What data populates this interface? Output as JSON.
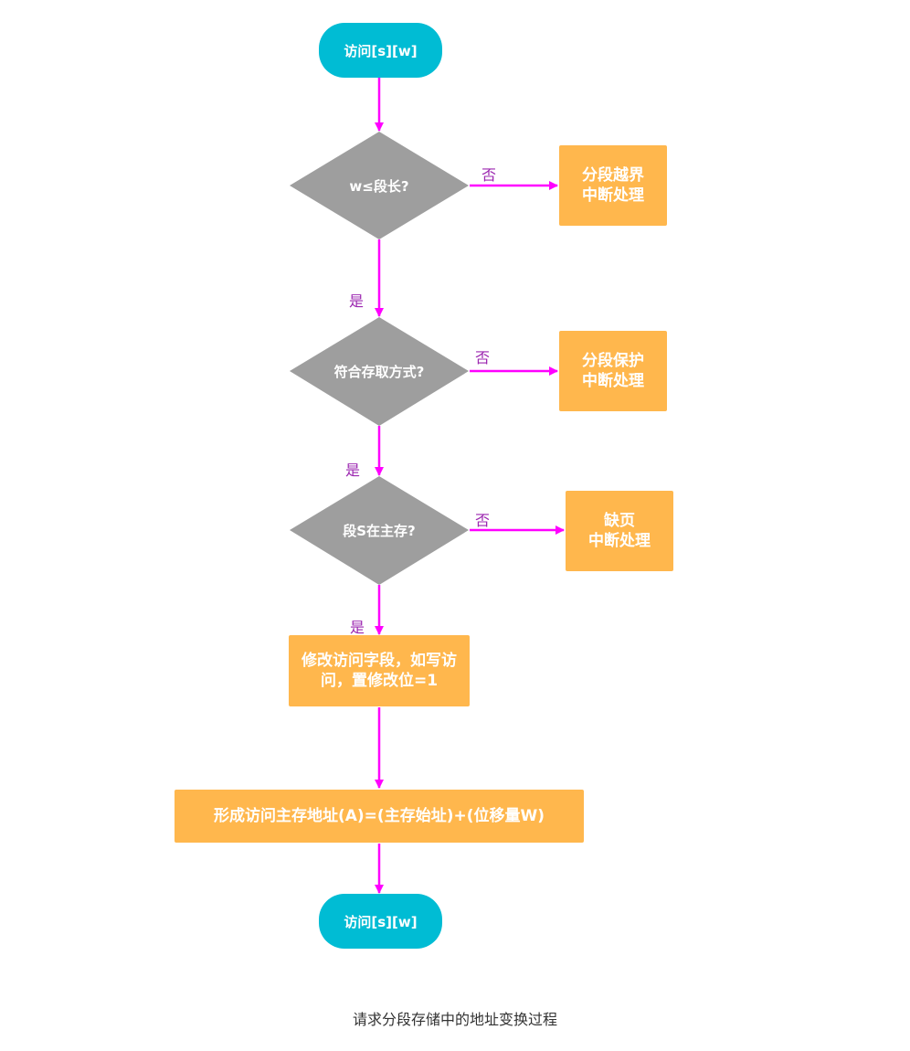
{
  "diagram": {
    "start": "访问[s][w]",
    "end": "访问[s][w]",
    "decisions": [
      {
        "text": "w≤段长?",
        "yes": "是",
        "no": "否"
      },
      {
        "text": "符合存取方式?",
        "yes": "是",
        "no": "否"
      },
      {
        "text": "段S在主存?",
        "yes": "是",
        "no": "否"
      }
    ],
    "interrupts": [
      "分段越界\n中断处理",
      "分段保护\n中断处理",
      "缺页\n中断处理"
    ],
    "steps": [
      "修改访问字段，如写访\n问，置修改位=1",
      "形成访问主存地址(A)=(主存始址)+(位移量W)"
    ],
    "colors": {
      "terminal": "#00bcd4",
      "decision": "#9e9e9e",
      "process": "#ffb74d",
      "arrow": "#ff00ff",
      "edge_label": "#9c27b0"
    }
  },
  "caption": "请求分段存储中的地址变换过程"
}
